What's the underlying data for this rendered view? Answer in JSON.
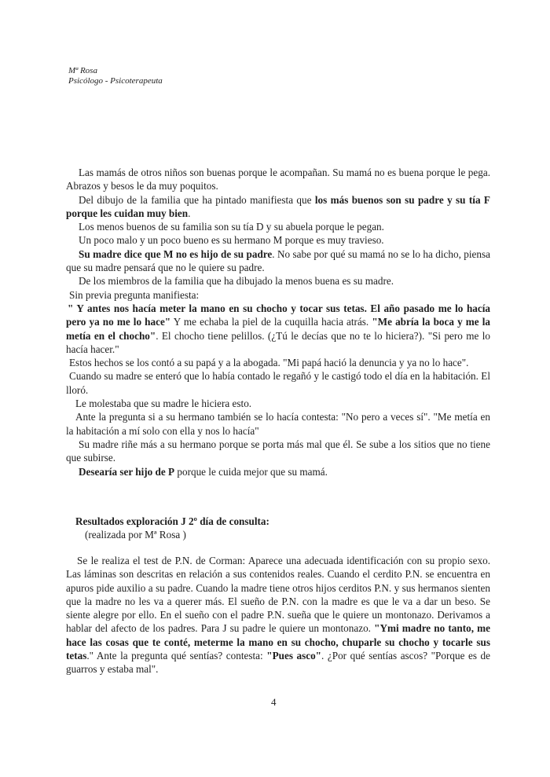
{
  "header": {
    "name": "Mª Rosa",
    "title": "Psicólogo - Psicoterapeuta"
  },
  "body": {
    "p1": "Las mamás de otros niños son buenas porque le acompañan. Su mamá no es buena porque le pega. Abrazos y besos le da muy poquitos.",
    "p2a": "Del dibujo de la familia que ha pintado manifiesta que ",
    "p2b": "los más buenos son su padre y su tía F          porque les cuidan muy bien",
    "p2c": ".",
    "p3": "Los menos buenos de su familia son su tía D          y su abuela porque le pegan.",
    "p4": "Un poco malo y un poco bueno es su hermano M          porque es muy travieso.",
    "p5a": "Su madre dice que M          no es hijo de su padre",
    "p5b": ". No sabe por qué su mamá no se lo ha dicho, piensa que su madre pensará que no le quiere su padre.",
    "p6": "De los miembros de la familia que ha dibujado la menos buena es su madre.",
    "p7": "Sin previa pregunta manifiesta:",
    "p8a": "\" Y antes nos hacía meter la mano en su chocho y tocar sus tetas. El año pasado me lo hacía pero ya no me lo hace\"",
    "p8b": " Y me echaba la piel de la cuquilla hacia atrás. ",
    "p8c": "\"Me abría la boca y me la metía en el chocho\"",
    "p8d": ". El chocho tiene pelillos. (¿Tú le decías que no te lo hiciera?). \"Si pero me lo hacía hacer.\"",
    "p9": "Estos hechos se los contó a su papá y a la abogada. \"Mi papá hació la denuncia y ya no lo hace\".",
    "p10": "Cuando su madre se enteró que lo había contado le regañó y le castigó todo el día en la habitación. El lloró.",
    "p11": "Le molestaba que su madre le hiciera esto.",
    "p12": "Ante la pregunta si a su hermano también se lo hacía contesta: \"No pero a veces sí\". \"Me metía en la habitación a mí solo con ella y nos lo hacía\"",
    "p13": "Su madre riñe más a su hermano porque se porta más mal que él. Se sube a los sitios que no tiene que subirse.",
    "p14a": "Desearía ser hijo de P",
    "p14b": "          porque le cuida mejor que su mamá."
  },
  "results": {
    "title": "Resultados exploración J          2º día de consulta:",
    "subtitle": "(realizada por Mª Rosa          )"
  },
  "body2": {
    "q1a": "Se le realiza el test de P.N. de Corman: Aparece una adecuada identificación con su propio sexo. Las láminas son descritas en relación a sus contenidos reales. Cuando el cerdito P.N. se encuentra en apuros pide auxilio a su padre. Cuando la madre tiene otros hijos cerditos P.N. y sus hermanos sienten que la madre no les va a querer más. El sueño de P.N. con la madre es que le va a dar un beso. Se siente alegre por ello. En el sueño con el padre P.N. sueña que le quiere un montonazo. Derivamos a hablar del afecto de los padres. Para J          su padre le quiere un montonazo. ",
    "q1b": "\"Ymi madre no tanto, me hace las cosas que te conté, meterme la mano en su chocho, chuparle su chocho y tocarle sus tetas",
    "q1c": ".\" Ante la pregunta qué sentías? contesta: ",
    "q1d": "\"Pues asco\"",
    "q1e": ". ¿Por qué sentías ascos? \"Porque es de guarros y estaba mal\"."
  },
  "page_number": "4"
}
